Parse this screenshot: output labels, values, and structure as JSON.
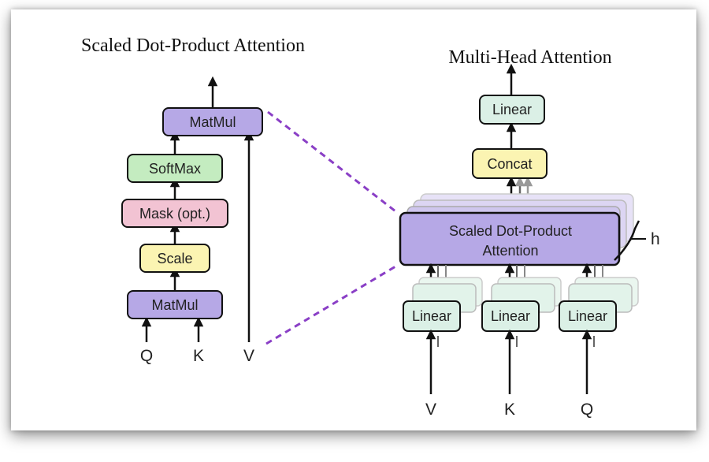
{
  "left_title": "Scaled Dot-Product Attention",
  "right_title": "Multi-Head Attention",
  "sdpa": {
    "matmul_top": "MatMul",
    "softmax": "SoftMax",
    "mask": "Mask (opt.)",
    "scale": "Scale",
    "matmul_bottom": "MatMul",
    "inputs": {
      "q": "Q",
      "k": "K",
      "v": "V"
    }
  },
  "mha": {
    "linear_top": "Linear",
    "concat": "Concat",
    "sdpa_line1": "Scaled Dot-Product",
    "sdpa_line2": "Attention",
    "h_label": "h",
    "linear_v": "Linear",
    "linear_k": "Linear",
    "linear_q": "Linear",
    "inputs": {
      "v": "V",
      "k": "K",
      "q": "Q"
    }
  },
  "colors": {
    "matmul": "#b6a8e6",
    "softmax": "#c4ecc0",
    "mask": "#f2c3d3",
    "scale": "#fbf4b2",
    "linear": "#dbf0e6",
    "concat": "#fbf4b2",
    "dashed_connector": "#8a3fc6"
  }
}
